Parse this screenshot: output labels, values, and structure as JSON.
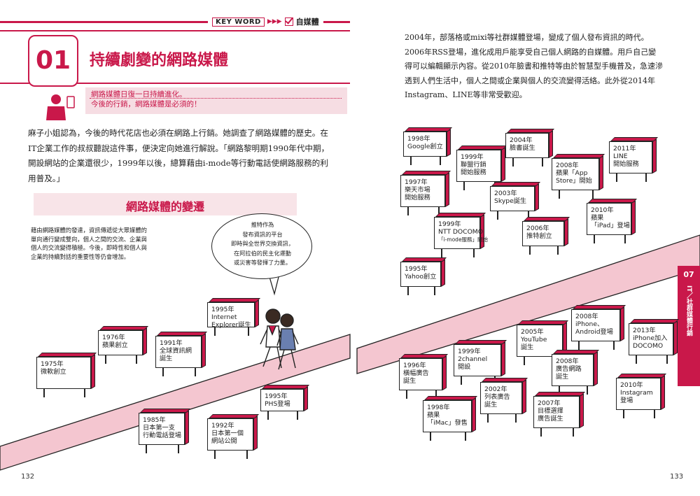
{
  "header": {
    "keyword_label": "KEY WORD",
    "keyword_arrows": "▶▶▶",
    "keyword_value": "自媒體"
  },
  "chapter": {
    "number": "01",
    "title": "持續劇變的網路媒體",
    "subtitle_lines": [
      "網路媒體日復一日持續進化。",
      "今後的行銷，網路媒體是必須的！"
    ]
  },
  "left_body": {
    "paragraph": "麻子小姐認為，今後的時代花店也必須在網路上行銷。她調查了網路媒體的歷史。在IT企業工作的叔叔聽說這件事，便決定向她進行解說。「網路黎明期1990年代中期，開設網站的企業還很少，1999年以後，總算藉由i-mode等行動電話使網路服務的利用普及。」",
    "section_title": "網路媒體的變遷",
    "small_paragraph": "藉由網路媒體的發達，資訊傳遞從大眾媒體的單向通行變成雙向，個人之間的交流、企業與個人的交流變得積極。今後，即時性和個人與企業的持續對話的重要性等仍會增加。",
    "bubble_lines": [
      "推特作為",
      "發布資訊的平台",
      "即時與全世界交換資訊，",
      "在阿拉伯的民主化運動",
      "或災害等發揮了力量。"
    ]
  },
  "right_body": {
    "paragraph_html_lines": [
      "2004年，部落格或mixi等社群媒體登場，變成了個人發布資訊的時代。",
      "2006年RSS登場，進化成用戶能享受自己個人網路的自媒體。用戶自己變",
      "得可以編輯顯示內容。從2010年臉書和推特等由於智慧型手機普及，急速滲",
      "透到人們生活中，個人之間或企業與個人的交流變得活絡。此外從2014年",
      "Instagram、LINE等非常受歡迎。"
    ]
  },
  "side_tab": {
    "number": "07",
    "label": "IT／社群媒體行銷"
  },
  "pages": {
    "left": "132",
    "right": "133"
  },
  "timeline_left": [
    {
      "lines": [
        "1975年",
        "微軟創立"
      ]
    },
    {
      "lines": [
        "1976年",
        "蘋果創立"
      ]
    },
    {
      "lines": [
        "1991年",
        "全球資訊網",
        "誕生"
      ]
    },
    {
      "lines": [
        "1995年",
        "Internet",
        "Explorer誕生"
      ]
    },
    {
      "lines": [
        "1985年",
        "日本第一支",
        "行動電話登場"
      ]
    },
    {
      "lines": [
        "1992年",
        "日本第一個",
        "網站公開"
      ]
    },
    {
      "lines": [
        "1995年",
        "PHS登場"
      ]
    }
  ],
  "timeline_right_upper": [
    {
      "lines": [
        "1998年",
        "Google創立"
      ]
    },
    {
      "lines": [
        "1999年",
        "聯盟行銷",
        "開始服務"
      ]
    },
    {
      "lines": [
        "2004年",
        "臉書誕生"
      ]
    },
    {
      "lines": [
        "2008年",
        "蘋果「App",
        "Store」開始"
      ]
    },
    {
      "lines": [
        "2011年",
        "LINE",
        "開始服務"
      ]
    },
    {
      "lines": [
        "1997年",
        "樂天市場",
        "開始服務"
      ]
    },
    {
      "lines": [
        "2003年",
        "Skype誕生"
      ]
    },
    {
      "lines": [
        "2010年",
        "蘋果",
        "「iPad」登場"
      ]
    },
    {
      "lines": [
        "1999年",
        "NTT DOCOMO",
        "「i-mode服務」開始"
      ]
    },
    {
      "lines": [
        "2006年",
        "推特創立"
      ]
    },
    {
      "lines": [
        "1995年",
        "Yahoo創立"
      ]
    }
  ],
  "timeline_right_lower": [
    {
      "lines": [
        "2008年",
        "iPhone、",
        "Android登場"
      ]
    },
    {
      "lines": [
        "2005年",
        "YouTube",
        "誕生"
      ]
    },
    {
      "lines": [
        "2013年",
        "iPhone加入",
        "DOCOMO"
      ]
    },
    {
      "lines": [
        "1999年",
        "2channel",
        "開設"
      ]
    },
    {
      "lines": [
        "2008年",
        "廣告網路",
        "誕生"
      ]
    },
    {
      "lines": [
        "1996年",
        "橫幅廣告",
        "誕生"
      ]
    },
    {
      "lines": [
        "2010年",
        "Instagram",
        "登場"
      ]
    },
    {
      "lines": [
        "2002年",
        "列表廣告",
        "誕生"
      ]
    },
    {
      "lines": [
        "2007年",
        "目標選擇",
        "廣告誕生"
      ]
    },
    {
      "lines": [
        "1998年",
        "蘋果",
        "「iMac」發售"
      ]
    }
  ],
  "colors": {
    "accent": "#c9184a",
    "accent_light": "#f6dde3",
    "road": "#f4c6d0"
  }
}
